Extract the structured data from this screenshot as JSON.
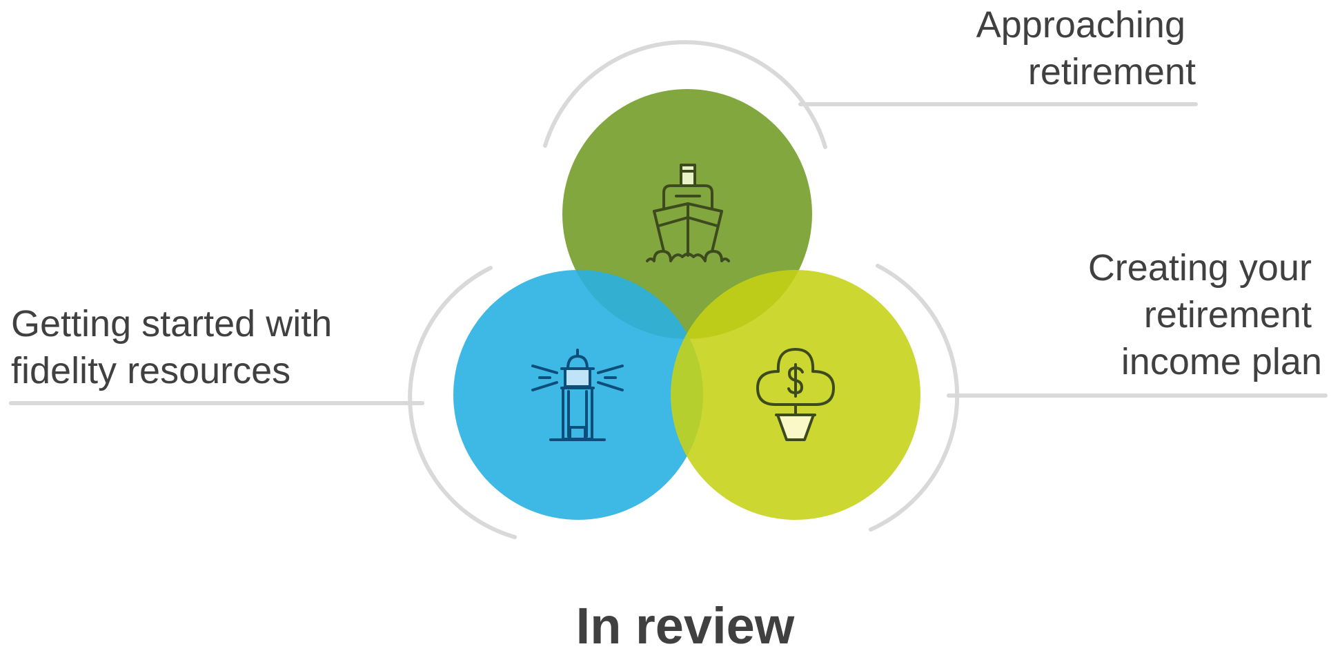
{
  "title": "In review",
  "stages": [
    {
      "id": "approaching",
      "label_lines": [
        "Approaching",
        "retirement"
      ],
      "color": "#7aa233",
      "icon": "ship-icon"
    },
    {
      "id": "getting-started",
      "label_lines": [
        "Getting started with",
        "fidelity resources"
      ],
      "color": "#29b0e1",
      "icon": "lighthouse-icon"
    },
    {
      "id": "income-plan",
      "label_lines": [
        "Creating your",
        "retirement",
        "income plan"
      ],
      "color": "#c5d114",
      "icon": "money-tree-icon"
    }
  ],
  "colors": {
    "text": "#404040",
    "guide": "#d9d9d9",
    "icon_dark": "#3c4a1e",
    "icon_blue": "#0d4d7a",
    "icon_light_blue": "#bfe3f7",
    "icon_cream": "#fbf8c8",
    "icon_pale_green": "#eaf2c7"
  }
}
